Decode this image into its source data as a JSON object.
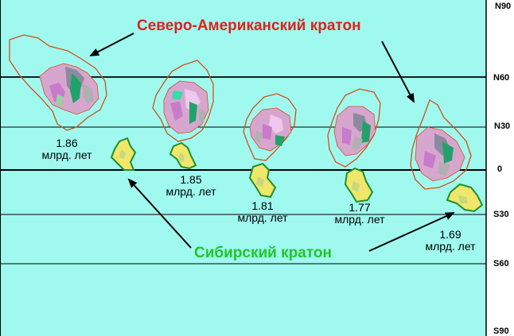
{
  "colors": {
    "ocean": "#9ff9ee",
    "north_american_outline": "#d2501a",
    "siberian_outline": "#1f8f2a",
    "siberian_fill": "#f0e66a",
    "north_american_label": "#e0201c",
    "siberian_label": "#22c52b"
  },
  "labels": {
    "north_american_craton": "Северо-Американский кратон",
    "siberian_craton": "Сибирский кратон"
  },
  "latitudes": [
    "N90",
    "N60",
    "N30",
    "0",
    "S30",
    "S60",
    "S90"
  ],
  "snapshots": [
    {
      "age": "1.86",
      "unit": "млрд. лет"
    },
    {
      "age": "1.85",
      "unit": "млрд. лет"
    },
    {
      "age": "1.81",
      "unit": "млрд. лет"
    },
    {
      "age": "1.77",
      "unit": "млрд. лет"
    },
    {
      "age": "1.69",
      "unit": "млрд. лет"
    }
  ]
}
